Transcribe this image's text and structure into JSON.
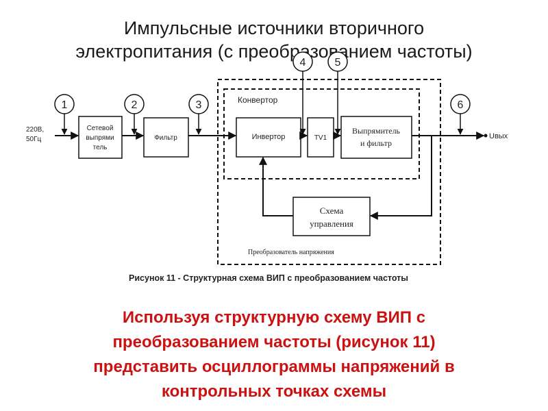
{
  "title": {
    "line1": "Импульсные источники вторичного",
    "line2": "электропитания (с преобразованием частоты)"
  },
  "diagram": {
    "input_label": {
      "line1": "220В,",
      "line2": "50Гц"
    },
    "output_label": "Uвых",
    "blocks": {
      "rectifier": {
        "line1": "Сетевой",
        "line2": "выпрями",
        "line3": "тель"
      },
      "filter": "Фильтр",
      "inverter": "Инвертор",
      "transformer": "TV1",
      "output_rectifier": {
        "line1": "Выпрямитель",
        "line2": "и фильтр"
      },
      "control": {
        "line1": "Схема",
        "line2": "управления"
      }
    },
    "converter_label": "Конвертор",
    "voltage_converter_label": "Преобразователь напряжения",
    "points": [
      "1",
      "2",
      "3",
      "4",
      "5",
      "6"
    ],
    "caption": "Рисунок 11 - Структурная схема ВИП с преобразованием частоты"
  },
  "task": {
    "line1": "Используя структурную схему ВИП с",
    "line2": "преобразованием частоты (рисунок 11)",
    "line3": "представить осциллограммы напряжений в",
    "line4": "контрольных точках схемы"
  },
  "colors": {
    "title": "#1a1a1a",
    "task": "#cc1111",
    "lines": "#111111"
  }
}
